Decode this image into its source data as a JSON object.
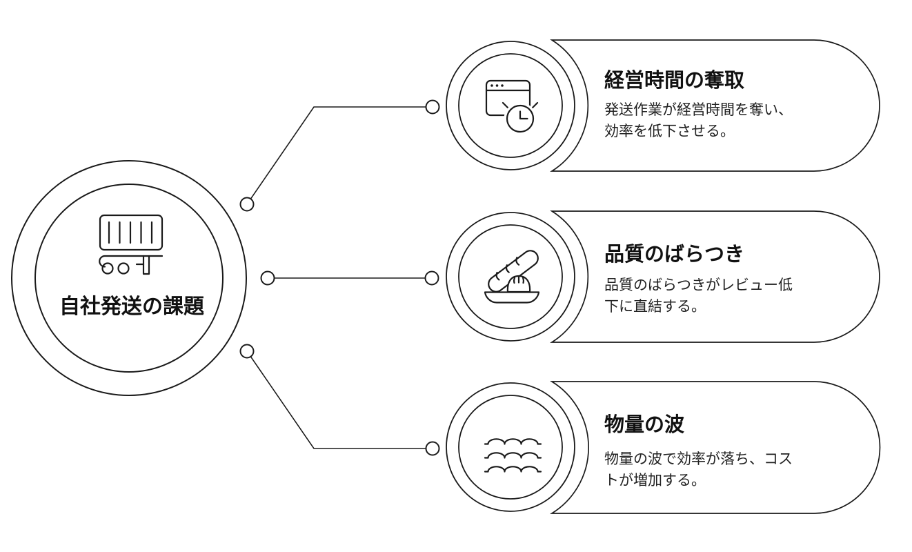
{
  "diagram": {
    "background": "#ffffff",
    "stroke_color": "#1a1a1a",
    "text_color": "#111111",
    "center": {
      "label": "自社発送の課題",
      "icon": "trailer-truck-icon"
    },
    "items": [
      {
        "title": "経営時間の奪取",
        "description_lines": [
          "発送作業が経営時間を奪い、",
          "効率を低下させる。"
        ],
        "icon": "browser-clock-icon"
      },
      {
        "title": "品質のばらつき",
        "description_lines": [
          "品質のばらつきがレビュー低",
          "下に直結する。"
        ],
        "icon": "bread-plate-icon"
      },
      {
        "title": "物量の波",
        "description_lines": [
          "物量の波で効率が落ち、コス",
          "トが増加する。"
        ],
        "icon": "waves-icon"
      }
    ]
  }
}
